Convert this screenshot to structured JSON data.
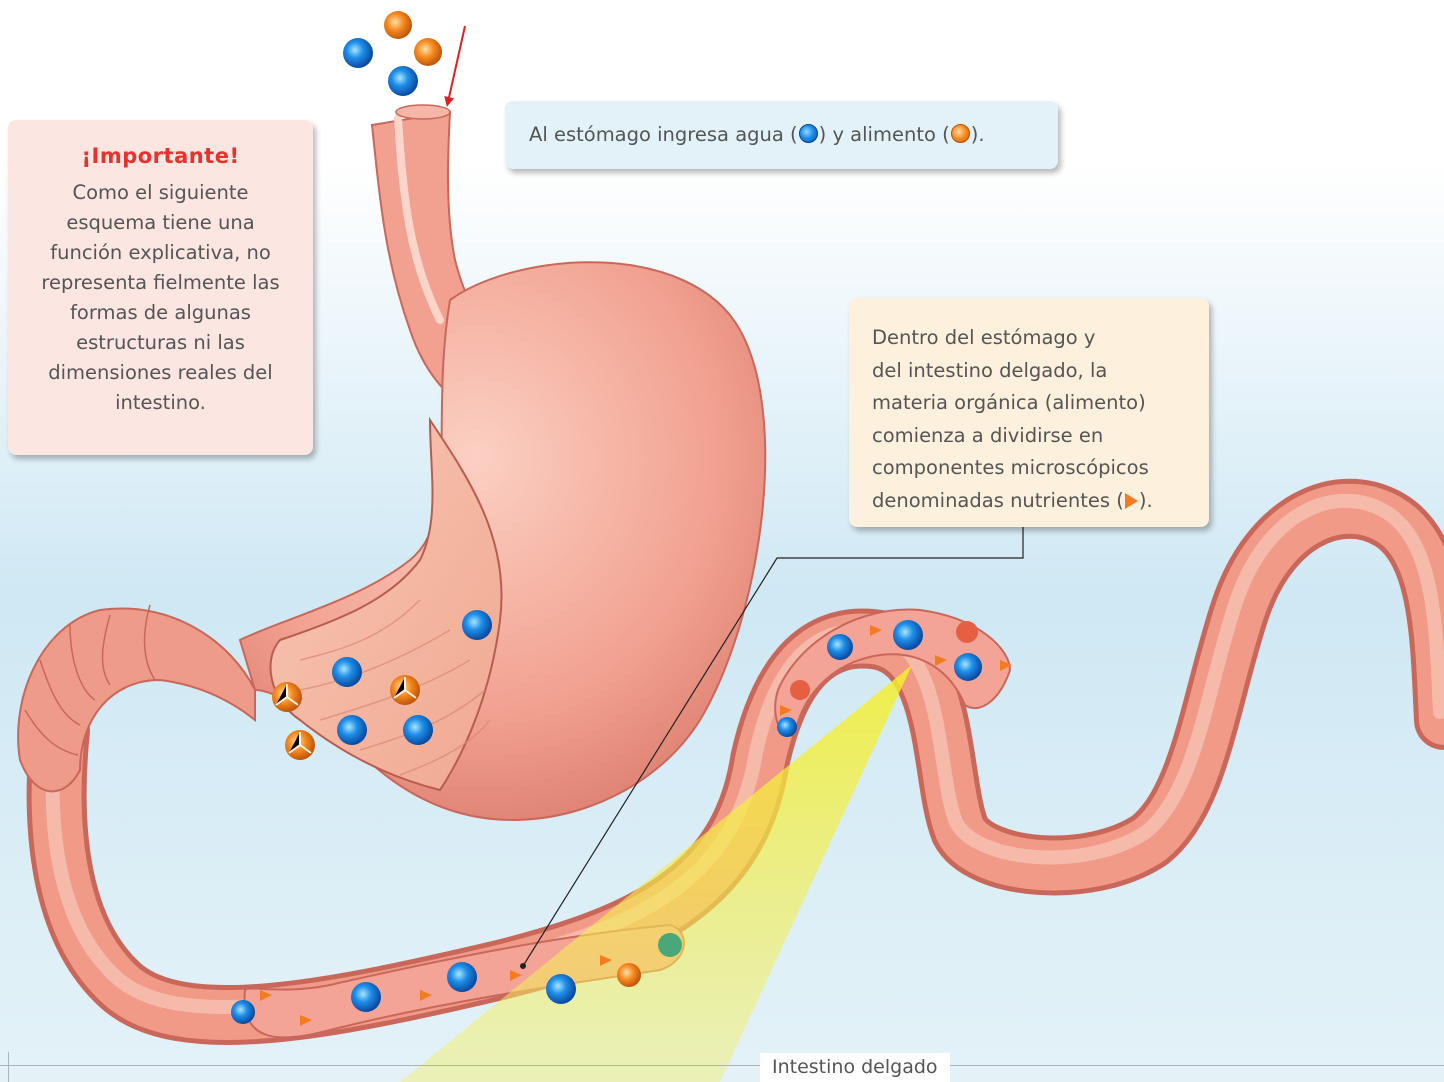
{
  "important": {
    "title": "¡Importante!",
    "text": "Como el siguiente esquema tiene una función explicativa, no representa fielmente las formas de algunas estructuras ni las dimensiones reales del intestino."
  },
  "water_callout": {
    "part1": "Al estómago ingresa agua (",
    "part2": ") y alimento (",
    "part3": ")."
  },
  "nutrient_callout": {
    "lines": [
      "Dentro del estómago y",
      "del intestino delgado, la",
      "materia orgánica (alimento)",
      "comienza a dividirse en",
      "componentes microscópicos",
      "denominadas nutrientes ("
    ],
    "end": ")."
  },
  "intestine_label": "Intestino delgado",
  "colors": {
    "water": "#1e8ee8",
    "food": "#f58a1f",
    "nutrient": "#f47b20",
    "tissue": "#f0a394",
    "important_title": "#e8322e"
  },
  "legend_icons": [
    "water-particle-icon",
    "food-particle-icon",
    "nutrient-triangle-icon"
  ]
}
